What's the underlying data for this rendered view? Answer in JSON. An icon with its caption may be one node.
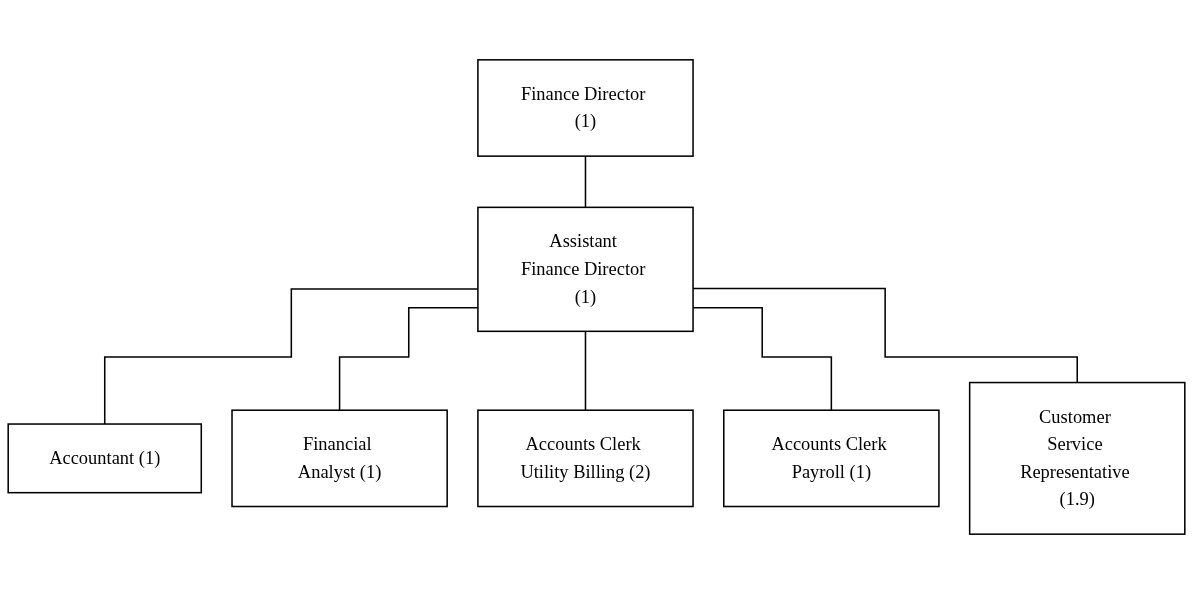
{
  "diagram": {
    "nodes": [
      {
        "text": [
          "Finance Director (1)"
        ]
      },
      {
        "text": [
          "Assistant Finance Director (1)"
        ]
      },
      {
        "text": [
          "Accountant (1)"
        ]
      },
      {
        "text": [
          "Financial Analyst (1)"
        ]
      },
      {
        "text": [
          "Accounts Clerk Utility Billing (2)"
        ]
      },
      {
        "text": [
          "Accounts Clerk Payroll (1)"
        ]
      },
      {
        "text": [
          "Customer Service Representative (1.9)"
        ]
      }
    ],
    "edges": [
      {
        "from": 0,
        "to": 1,
        "arrow": "none"
      },
      {
        "from": 1,
        "to": 2,
        "arrow": "none"
      },
      {
        "from": 1,
        "to": 3,
        "arrow": "none"
      },
      {
        "from": 1,
        "to": 4,
        "arrow": "none"
      },
      {
        "from": 1,
        "to": 5,
        "arrow": "none"
      },
      {
        "from": 1,
        "to": 6,
        "arrow": "none"
      }
    ]
  }
}
